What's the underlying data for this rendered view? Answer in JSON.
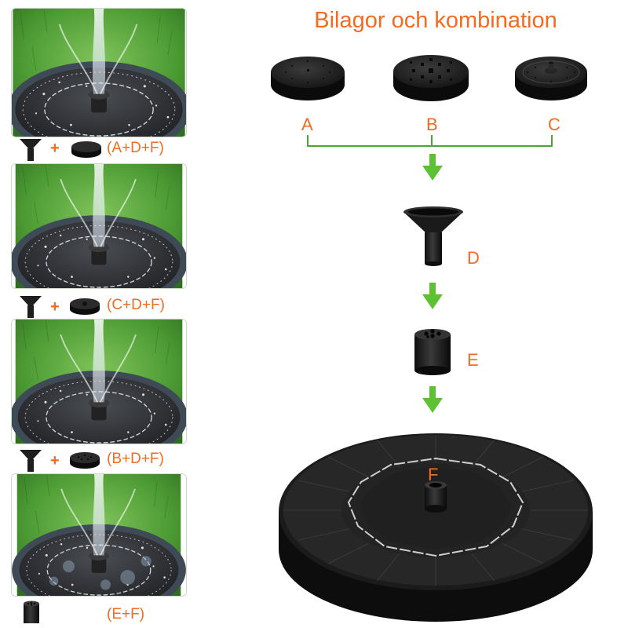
{
  "colors": {
    "accent": "#f26b21",
    "connector": "#4aa832",
    "arrow": "#5cc234",
    "part": "#1e1e1e"
  },
  "title": "Bilagor och kombination",
  "nozzles": [
    {
      "letter": "A",
      "icon": "nozzle-a-icon"
    },
    {
      "letter": "B",
      "icon": "nozzle-b-icon"
    },
    {
      "letter": "C",
      "icon": "nozzle-c-icon"
    }
  ],
  "parts": {
    "d": {
      "letter": "D",
      "icon": "funnel-nozzle-icon"
    },
    "e": {
      "letter": "E",
      "icon": "extension-tube-icon"
    },
    "f": {
      "letter": "F",
      "icon": "solar-fountain-pump-icon"
    }
  },
  "combinations": [
    {
      "plus": "+",
      "label": "(A+D+F)"
    },
    {
      "plus": "+",
      "label": "(C+D+F)"
    },
    {
      "plus": "+",
      "label": "(B+D+F)"
    },
    {
      "plus": "",
      "label": "(E+F)"
    }
  ]
}
